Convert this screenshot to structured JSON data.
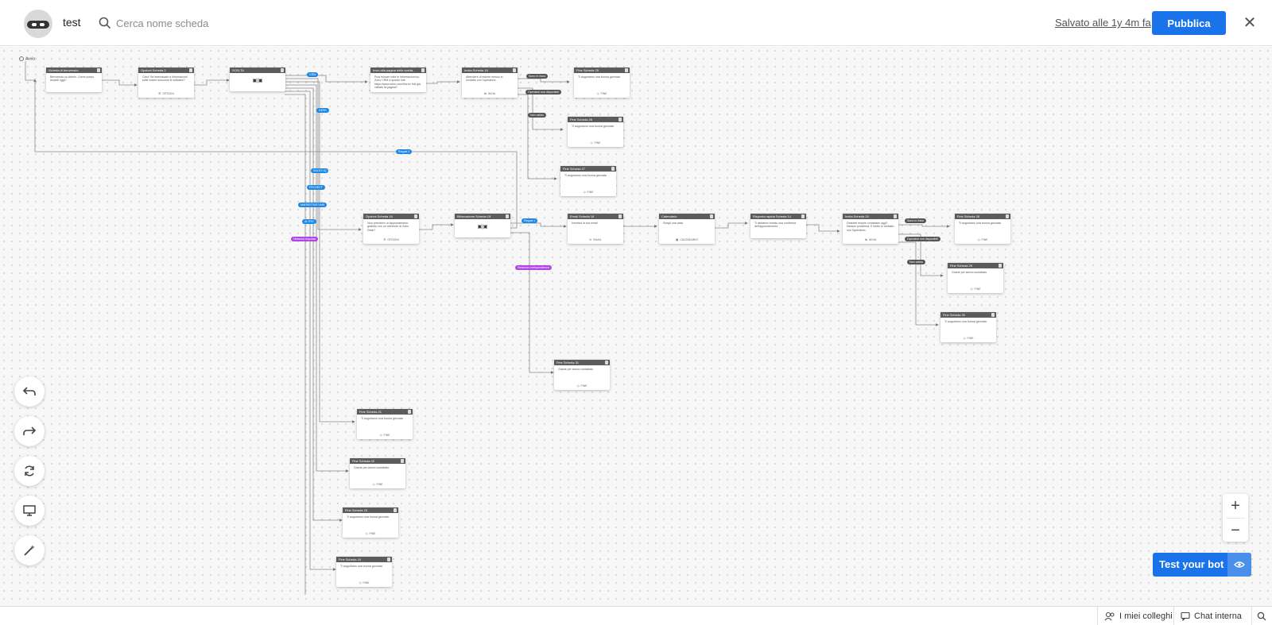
{
  "header": {
    "bot_name": "test",
    "search_placeholder": "Cerca nome scheda",
    "saved_text": "Salvato alle 1y 4m fa",
    "publish_label": "Pubblica",
    "close_glyph": "✕"
  },
  "canvas": {
    "start_label": "Avvio",
    "nodes": [
      {
        "title": "Scheda di benvenuto",
        "body": "Benvenuto su Admin. Come posso aiutarti oggi?",
        "footer": ""
      },
      {
        "title": "Opzioni Scheda 2",
        "body": "Ciao! Sei interessato a informazioni sulle nostre soluzioni di software?",
        "footer": "OPZIONI"
      },
      {
        "title": "SCELTA",
        "body": "",
        "footer": ""
      },
      {
        "title": "Invio alla pagina della scelta...",
        "body": "Puoi trovare tutte le informazioni su Zoho CRM a questo link: https://www.zoho.com/it/crm/ Hai già visitato la pagina?",
        "footer": ""
      },
      {
        "title": "Invita Scheda 16",
        "body": "Attendere di essere messo in contatto con l'operatore.",
        "footer": "INVIA"
      },
      {
        "title": "Fine Scheda 25",
        "body": "Ti auguriamo una buona giornata",
        "footer": "FINE"
      },
      {
        "title": "Fine Scheda 26",
        "body": "Ti auguriamo una buona giornata",
        "footer": "FINE"
      },
      {
        "title": "Fine Scheda 27",
        "body": "Ti auguriamo una buona giornata",
        "footer": "FINE"
      },
      {
        "title": "Opzioni Scheda 16",
        "body": "Vuoi prendere un appuntamento gratuito con un referente di Zoho Desk?",
        "footer": "OPZIONI"
      },
      {
        "title": "Biforcazione Scheda 15",
        "body": "",
        "footer": ""
      },
      {
        "title": "Email Scheda 18",
        "body": "Inserisci la tua email",
        "footer": "EMAIL"
      },
      {
        "title": "Calendario",
        "body": "Scegli una data",
        "footer": "CALENDARIO"
      },
      {
        "title": "Risposta rapida Scheda 14",
        "body": "Ti abbiamo inviato una conferma dell'appuntamento.",
        "footer": ""
      },
      {
        "title": "Invita Scheda 20",
        "body": "Desideri essere contattato oggi? Nessun problema, ti metto in contatto con l'operatore.",
        "footer": "INVIA"
      },
      {
        "title": "Fine Scheda 28",
        "body": "Ti auguriamo una buona giornata",
        "footer": "FINE"
      },
      {
        "title": "Fine Scheda 29",
        "body": "Grazie per averci contattato",
        "footer": "FINE"
      },
      {
        "title": "Fine Scheda 30",
        "body": "Ti auguriamo una buona giornata",
        "footer": "FINE"
      },
      {
        "title": "Fine Scheda 31",
        "body": "Grazie per averci contattato",
        "footer": "FINE"
      },
      {
        "title": "Fine Scheda 21",
        "body": "Ti auguriamo una buona giornata",
        "footer": "FINE"
      },
      {
        "title": "Fine Scheda 22",
        "body": "Grazie per averci contattato",
        "footer": "FINE"
      },
      {
        "title": "Fine Scheda 23",
        "body": "Ti auguriamo una buona giornata",
        "footer": "FINE"
      },
      {
        "title": "Fine Scheda 24",
        "body": "Ti auguriamo una buona giornata",
        "footer": "FINE"
      }
    ],
    "edge_labels": [
      "CRM",
      "DESK",
      "SALES IQ",
      "PROJECT",
      "MARKETING HUB",
      "ALTRO",
      "Nessuna risposta",
      "Sono in linea",
      "Operatori non disponibili",
      "Non valido",
      "Regola 1",
      "Regola 2",
      "Sono in linea",
      "Operatori non disponibili",
      "Non valido",
      "Nessuna corrispondenza"
    ]
  },
  "tools": {
    "undo": "undo-icon",
    "redo": "redo-icon",
    "refresh": "refresh-icon",
    "preview": "monitor-icon",
    "wand": "magic-wand-icon"
  },
  "zoom": {
    "plus": "+",
    "minus": "−"
  },
  "test_button": {
    "label": "Test your bot"
  },
  "bottombar": {
    "colleagues": "I miei colleghi",
    "chat": "Chat interna"
  },
  "colors": {
    "accent": "#1a73e8",
    "node_header": "#5c5c5c",
    "label_blue": "#1e88e5",
    "label_purple": "#b046e3"
  }
}
